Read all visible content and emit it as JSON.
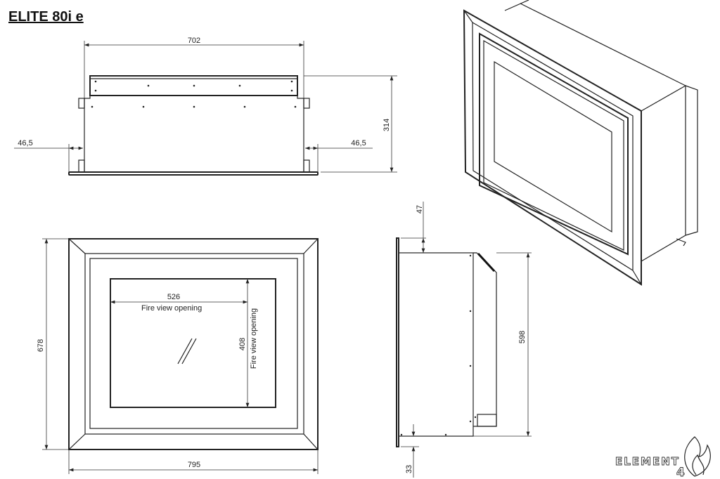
{
  "title": "ELITE 80i e",
  "top_view": {
    "width_dim": "702",
    "left_offset_dim": "46,5",
    "right_offset_dim": "46,5",
    "height_dim": "314"
  },
  "front_view": {
    "height_dim": "678",
    "width_dim": "795",
    "opening_width_dim": "526",
    "opening_width_label": "Fire view opening",
    "opening_height_dim": "408",
    "opening_height_label": "Fire view opening"
  },
  "side_view": {
    "top_offset_dim": "47",
    "height_dim": "598",
    "bottom_offset_dim": "33"
  },
  "logo": {
    "text": "ELEMENT",
    "subscript": "4"
  }
}
